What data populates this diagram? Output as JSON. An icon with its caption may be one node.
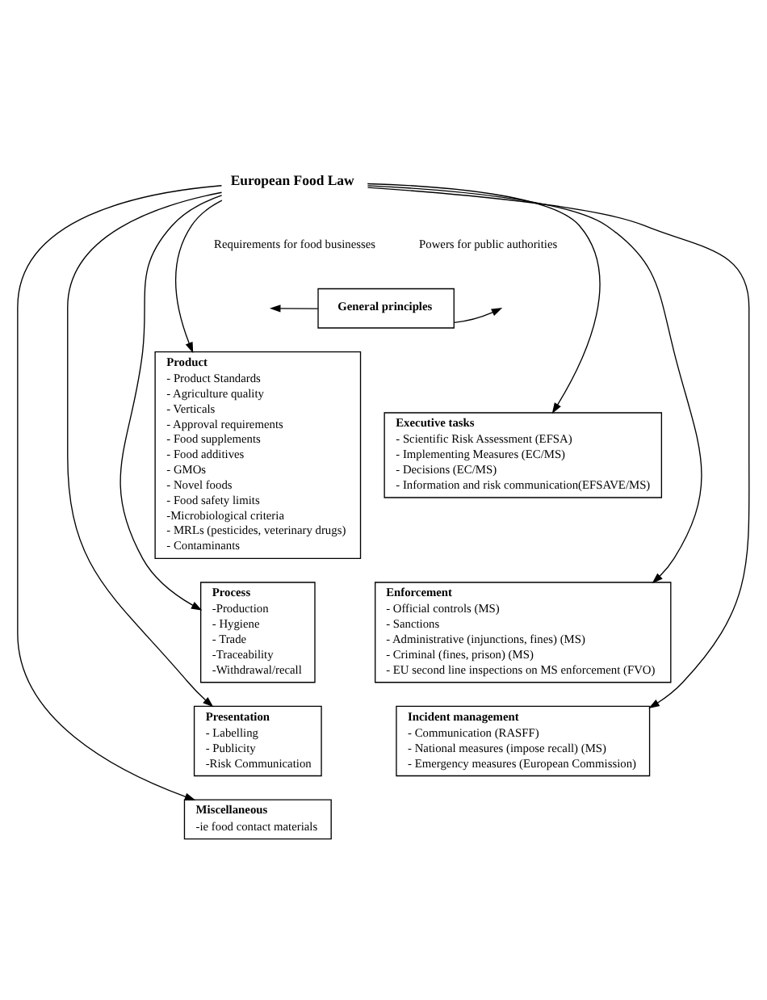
{
  "diagram": {
    "nodes": [
      {
        "text": [
          "European Food Law"
        ]
      },
      {
        "text": [
          "General principles"
        ]
      },
      {
        "text": [
          "Product",
          "- Product Standards",
          "- Agriculture quality",
          "- Verticals",
          "- Approval requirements",
          "- Food supplements",
          "- Food additives",
          "- GMOs",
          "- Novel foods",
          "- Food safety limits",
          "-Microbiological criteria",
          "- MRLs (pesticides, veterinary drugs)",
          "- Contaminants"
        ]
      },
      {
        "text": [
          "Process",
          "-Production",
          "- Hygiene",
          "- Trade",
          "-Traceability",
          "-Withdrawal/recall"
        ]
      },
      {
        "text": [
          "Presentation",
          "- Labelling",
          "- Publicity",
          "-Risk Communication"
        ]
      },
      {
        "text": [
          "Miscellaneous",
          "-ie food contact materials"
        ]
      },
      {
        "text": [
          "Executive tasks",
          "- Scientific Risk Assessment (EFSA)",
          "- Implementing Measures (EC/MS)",
          "- Decisions (EC/MS)",
          "- Information and risk communication(EFSAVE/MS)"
        ]
      },
      {
        "text": [
          "Enforcement",
          "- Official controls (MS)",
          "- Sanctions",
          "- Administrative (injunctions, fines) (MS)",
          "- Criminal (fines, prison) (MS)",
          "- EU second line inspections on MS enforcement (FVO)"
        ]
      },
      {
        "text": [
          "Incident management",
          "- Communication (RASFF)",
          "- National measures (impose recall) (MS)",
          "- Emergency measures (European Commission)"
        ]
      }
    ],
    "edges": [
      {
        "from": 0,
        "to": 2,
        "arrow": "to"
      },
      {
        "from": 0,
        "to": 6,
        "arrow": "to"
      },
      {
        "from": 0,
        "to": 3,
        "arrow": "to"
      },
      {
        "from": 0,
        "to": 4,
        "arrow": "to"
      },
      {
        "from": 0,
        "to": 5,
        "arrow": "to"
      },
      {
        "from": 0,
        "to": 7,
        "arrow": "to"
      },
      {
        "from": 0,
        "to": 8,
        "arrow": "to"
      },
      {
        "from": 1,
        "to": null,
        "arrow": "to"
      },
      {
        "from": 1,
        "to": null,
        "arrow": "to"
      }
    ],
    "labels": [
      "Requirements for food businesses",
      "Powers for public authorities"
    ]
  }
}
